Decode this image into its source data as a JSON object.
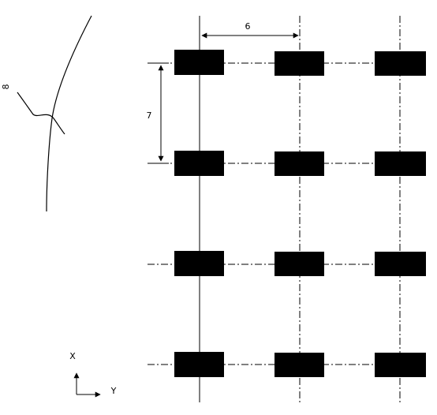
{
  "figure": {
    "labels": {
      "curve_ref": "8",
      "vertical_spacing": "7",
      "horizontal_spacing": "6",
      "axis_x": "X",
      "axis_y": "Y"
    },
    "grid": {
      "columns": 3,
      "rows": 4,
      "first_column_line": "solid",
      "other_lines": "dash-dot"
    }
  }
}
